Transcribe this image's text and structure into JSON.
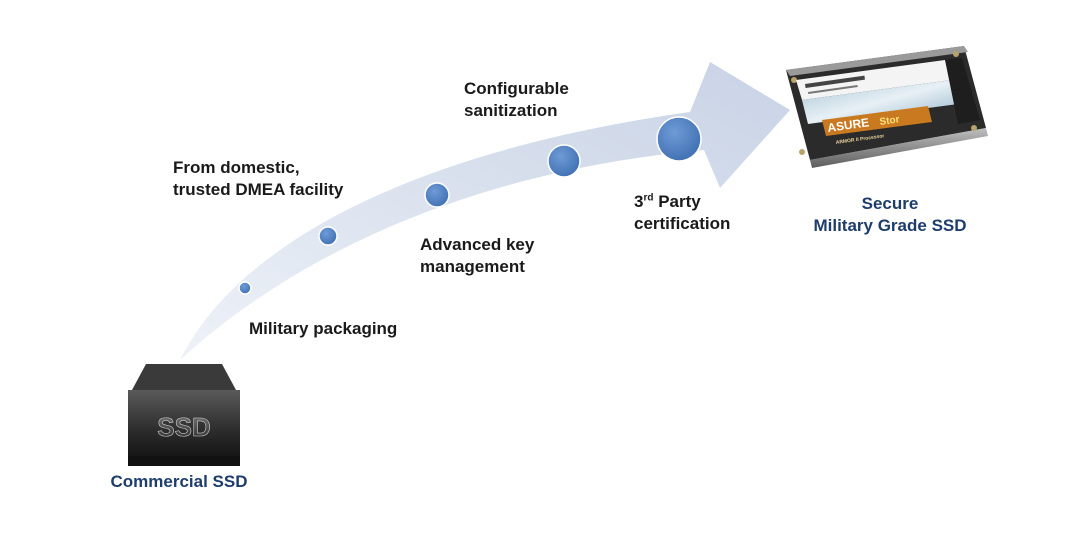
{
  "start": {
    "device_text": "SSD",
    "label": "Commercial SSD"
  },
  "end": {
    "label_line1": "Secure",
    "label_line2": "Military Grade SSD",
    "device_brand": "ASURE",
    "device_brand2": "Stor",
    "device_model": "ARMOR II Processor"
  },
  "steps": [
    {
      "line1": "Military packaging",
      "line2": ""
    },
    {
      "line1": "From domestic,",
      "line2": "trusted DMEA facility"
    },
    {
      "line1": "Advanced key",
      "line2": "management"
    },
    {
      "line1": "Configurable",
      "line2": "sanitization"
    },
    {
      "line1_base": "3",
      "line1_sup": "rd",
      "line1_rest": " Party",
      "line2": "certification"
    }
  ],
  "colors": {
    "arrow_light": "#e7ecf5",
    "arrow_mid": "#cdd7e8",
    "dot": "#4f7fc0",
    "dot_stroke": "#ffffff",
    "navy_text": "#1f3d6b",
    "step_text": "#1a1a1a"
  }
}
